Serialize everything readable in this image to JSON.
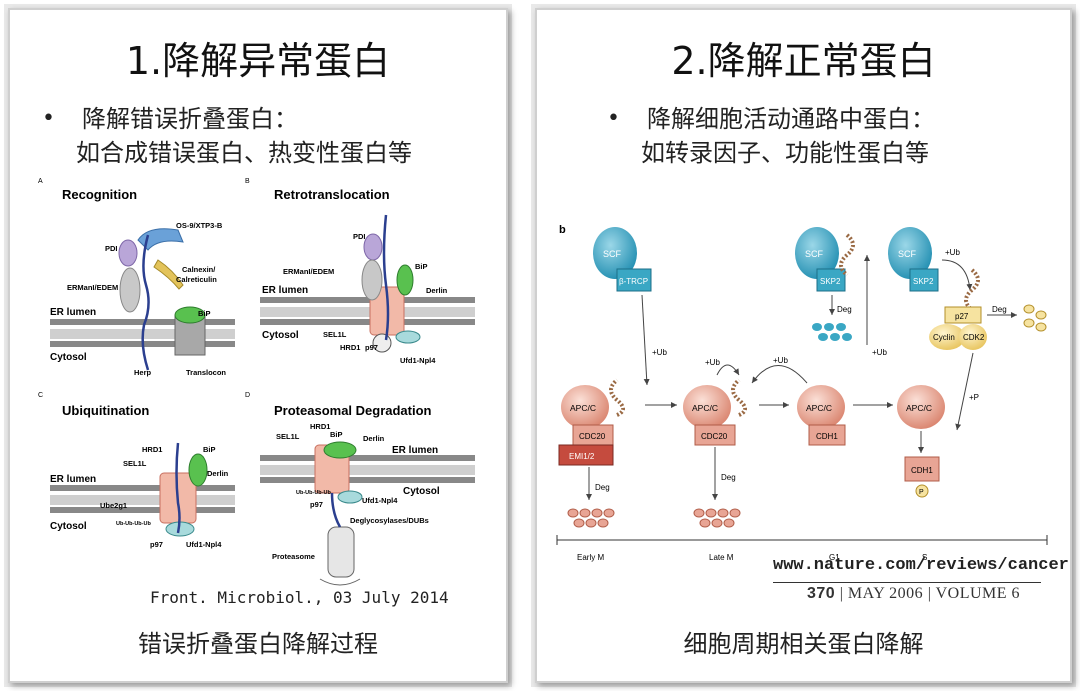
{
  "left": {
    "title": "1.降解异常蛋白",
    "bullet_line1": "降解错误折叠蛋白：",
    "bullet_line2": "如合成错误蛋白、热变性蛋白等",
    "caption": "错误折叠蛋白降解过程",
    "citation": "Front. Microbiol., 03 July 2014",
    "figure": {
      "panelA": {
        "letter": "A",
        "heading": "Recognition",
        "labels": [
          "OS-9/XTP3-B",
          "PDI",
          "Calnexin/",
          "Calreticulin",
          "ERManI/EDEM",
          "ER lumen",
          "BiP",
          "Cytosol",
          "Herp",
          "Translocon"
        ]
      },
      "panelB": {
        "letter": "B",
        "heading": "Retrotranslocation",
        "labels": [
          "PDI",
          "BiP",
          "ERManI/EDEM",
          "ER lumen",
          "Derlin",
          "Cytosol",
          "SEL1L",
          "HRD1",
          "p97",
          "Ufd1-Npl4"
        ]
      },
      "panelC": {
        "letter": "C",
        "heading": "Ubiquitination",
        "labels": [
          "HRD1",
          "BiP",
          "SEL1L",
          "Derlin",
          "ER lumen",
          "Ube2g1",
          "Cytosol",
          "Ub-Ub-Ub-Ub",
          "p97",
          "Ufd1-Npl4"
        ]
      },
      "panelD": {
        "letter": "D",
        "heading": "Proteasomal Degradation",
        "labels": [
          "HRD1",
          "SEL1L",
          "BiP",
          "Derlin",
          "ER lumen",
          "Cytosol",
          "Ub-Ub-Ub-Ub",
          "p97",
          "Ufd1-Npl4",
          "Deglycosylases/DUBs",
          "Proteasome"
        ]
      }
    }
  },
  "right": {
    "title": "2.降解正常蛋白",
    "bullet_line1": "降解细胞活动通路中蛋白：",
    "bullet_line2": "如转录因子、功能性蛋白等",
    "caption": "细胞周期相关蛋白降解",
    "nature_url": "www.nature.com/reviews/cancer",
    "nature_page": "370",
    "nature_date": "MAY 2006",
    "nature_volume": "VOLUME 6",
    "figure": {
      "letter": "b",
      "scf": "SCF",
      "btrcp": "β-TRCP",
      "skp2": "SKP2",
      "ub": "+Ub",
      "p": "+P",
      "deg": "Deg",
      "apcc": "APC/C",
      "cdc20": "CDC20",
      "emi": "EMI1/2",
      "cdh1": "CDH1",
      "p27": "p27",
      "cyclin": "Cyclin",
      "cdk2": "CDK2",
      "p_label": "P",
      "phases": [
        "Early M",
        "Late M",
        "G1",
        "S"
      ]
    }
  },
  "colors": {
    "teal": "#3aa7c4",
    "salmon": "#e8a595",
    "red_box": "#c54b3e",
    "yellow": "#f6e3a0",
    "border": "#cfcfcf"
  }
}
